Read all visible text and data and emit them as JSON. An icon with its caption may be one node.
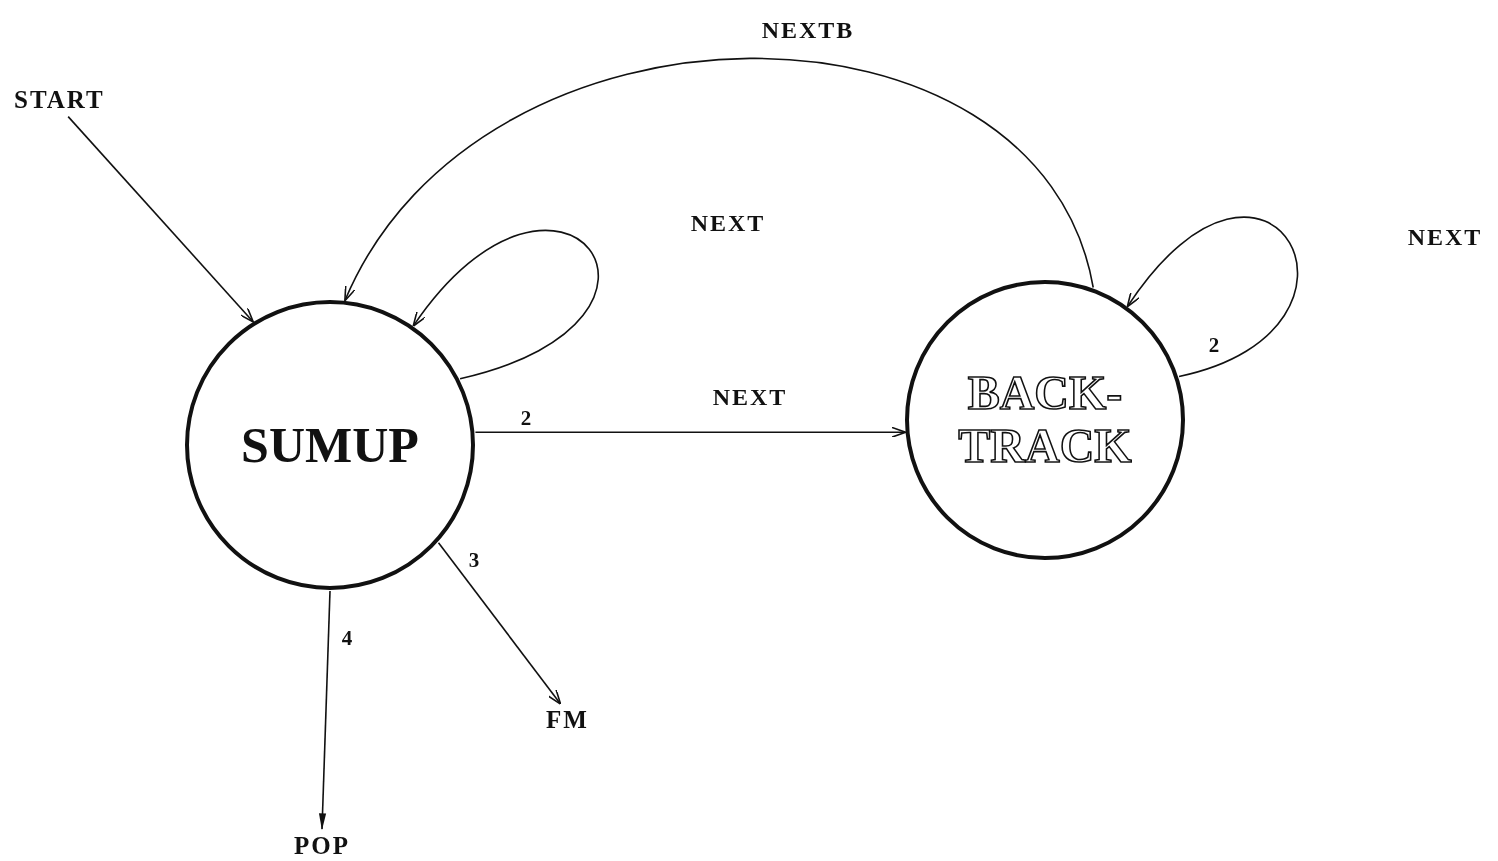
{
  "diagram": {
    "nodes": [
      {
        "text": [
          "START"
        ]
      },
      {
        "text": [
          "SUMUP"
        ]
      },
      {
        "text": [
          "BACK- TRACK"
        ]
      },
      {
        "text": [
          "FM"
        ]
      },
      {
        "text": [
          "POP"
        ]
      }
    ],
    "edges": [
      {
        "from": 0,
        "to": 1,
        "arrow": "to"
      },
      {
        "from": 1,
        "to": 1,
        "arrow": "to",
        "label": "NEXT"
      },
      {
        "from": 2,
        "to": 1,
        "arrow": "to",
        "label": "NEXTB"
      },
      {
        "from": 1,
        "to": 2,
        "arrow": "to",
        "label": "NEXT"
      },
      {
        "from": 2,
        "to": 2,
        "arrow": "to",
        "label": "NEXT"
      },
      {
        "from": 1,
        "to": 3,
        "arrow": "to"
      },
      {
        "from": 1,
        "to": 4,
        "arrow": "to"
      }
    ],
    "labels": [
      "2",
      "2",
      "3",
      "4"
    ]
  }
}
